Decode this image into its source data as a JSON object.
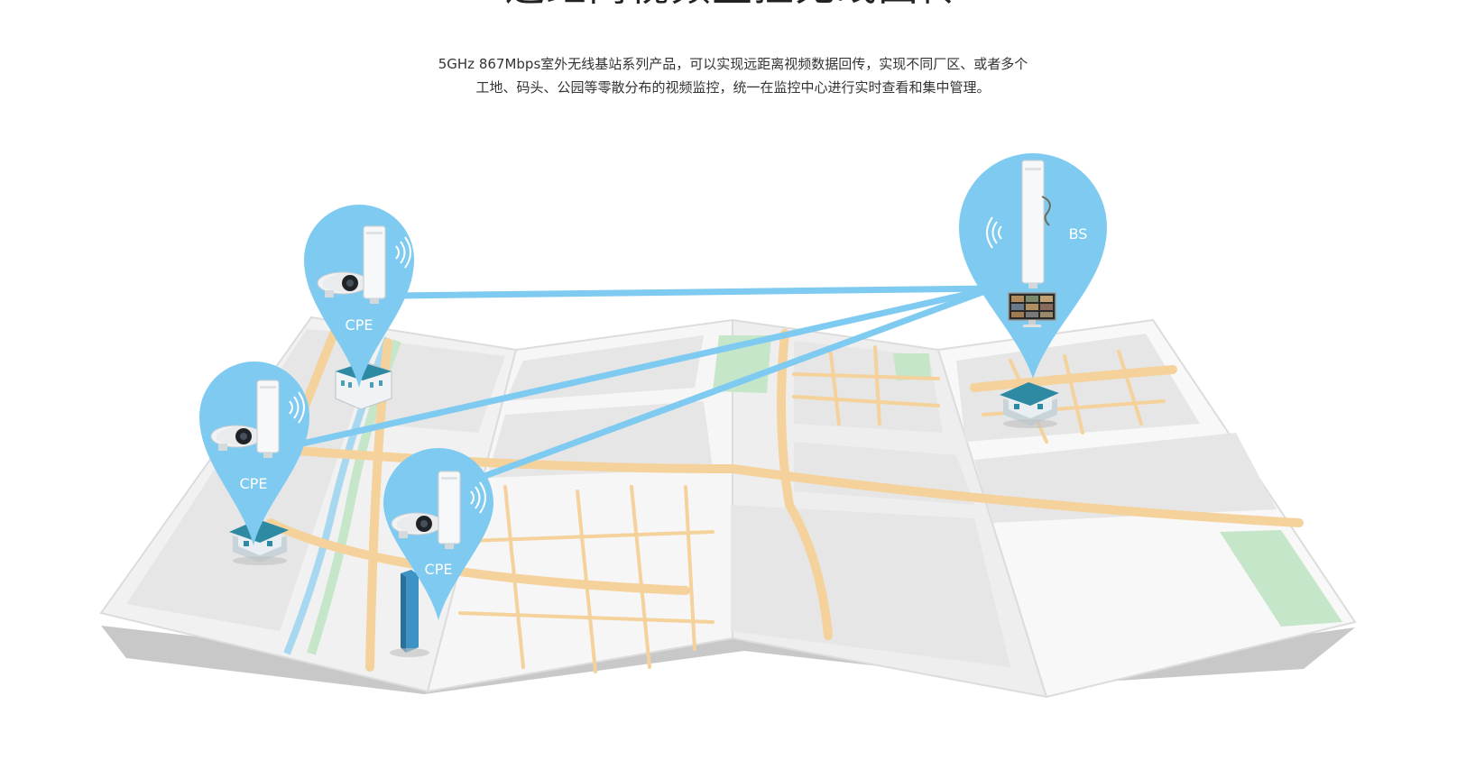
{
  "title": "远距离视频监控无线回传",
  "description": {
    "line1": "5GHz 867Mbps室外无线基站系列产品，可以实现远距离视频数据回传，实现不同厂区、或者多个",
    "line2": "工地、码头、公园等零散分布的视频监控，统一在监控中心进行实时查看和集中管理。"
  },
  "pins": {
    "cpe1": "CPE",
    "cpe2": "CPE",
    "cpe3": "CPE",
    "bs": "BS"
  },
  "colors": {
    "pin": "#7ecaf0",
    "link": "#7ecaf0",
    "road": "#f5d29c",
    "park": "#c5e6c8",
    "map_block": "#e8e8e8",
    "map_paper": "#f4f4f4",
    "shadow": "#c8c8c8"
  },
  "icons": [
    "camera-icon",
    "cpe-antenna-icon",
    "wifi-signal-icon",
    "bs-antenna-icon",
    "monitor-icon",
    "house-icon",
    "office-building-icon",
    "skyscraper-icon"
  ]
}
